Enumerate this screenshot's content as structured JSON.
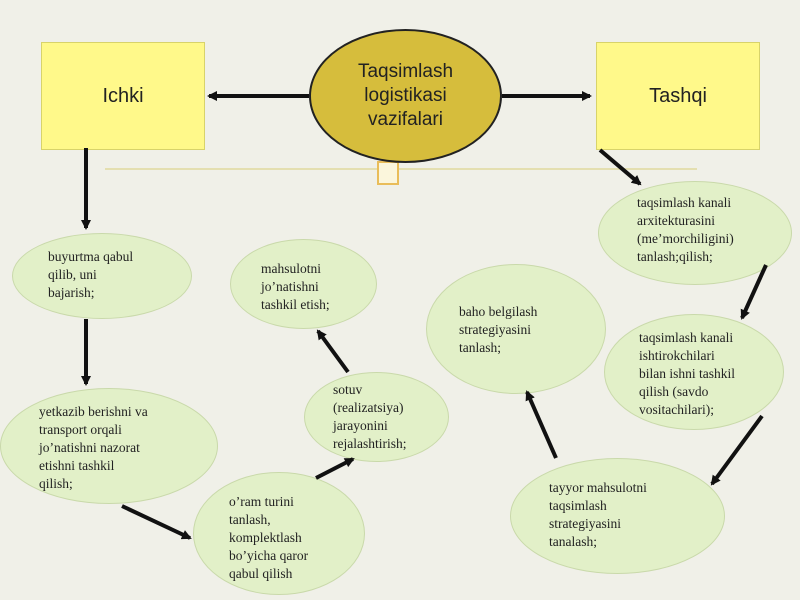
{
  "center": {
    "label": "Taqsimlash\nlogistikasi\nvazifalari"
  },
  "left_box": {
    "label": "Ichki"
  },
  "right_box": {
    "label": "Tashqi"
  },
  "ellipses": {
    "buyurtma": "buyurtma qabul\nqilib, uni\nbajarish;",
    "yetkazib": "yetkazib berishni va\ntransport orqali\njo’natishni nazorat\netishni tashkil\nqilish;",
    "oram": "o’ram turini\ntanlash,\nkomplektlash\nbo’yicha qaror\nqabul qilish",
    "sotuv": "sotuv\n(realizatsiya)\njarayonini\nrejalashtirish;",
    "mahsulot": "mahsulotni\njo’natishni\ntashkil etish;",
    "baho": "baho belgilash\nstrategiyasini\ntanlash;",
    "tayyor": "tayyor mahsulotni\ntaqsimlash\nstrategiyasini\ntanalash;",
    "kanal_ishtirok": "taqsimlash kanali\nishtirokchilari\nbilan ishni tashkil\nqilish (savdo\nvositachilari);",
    "kanal_arx": "taqsimlash kanali\narxitekturasini\n(me’morchiligini)\ntanlash;qilish;"
  }
}
